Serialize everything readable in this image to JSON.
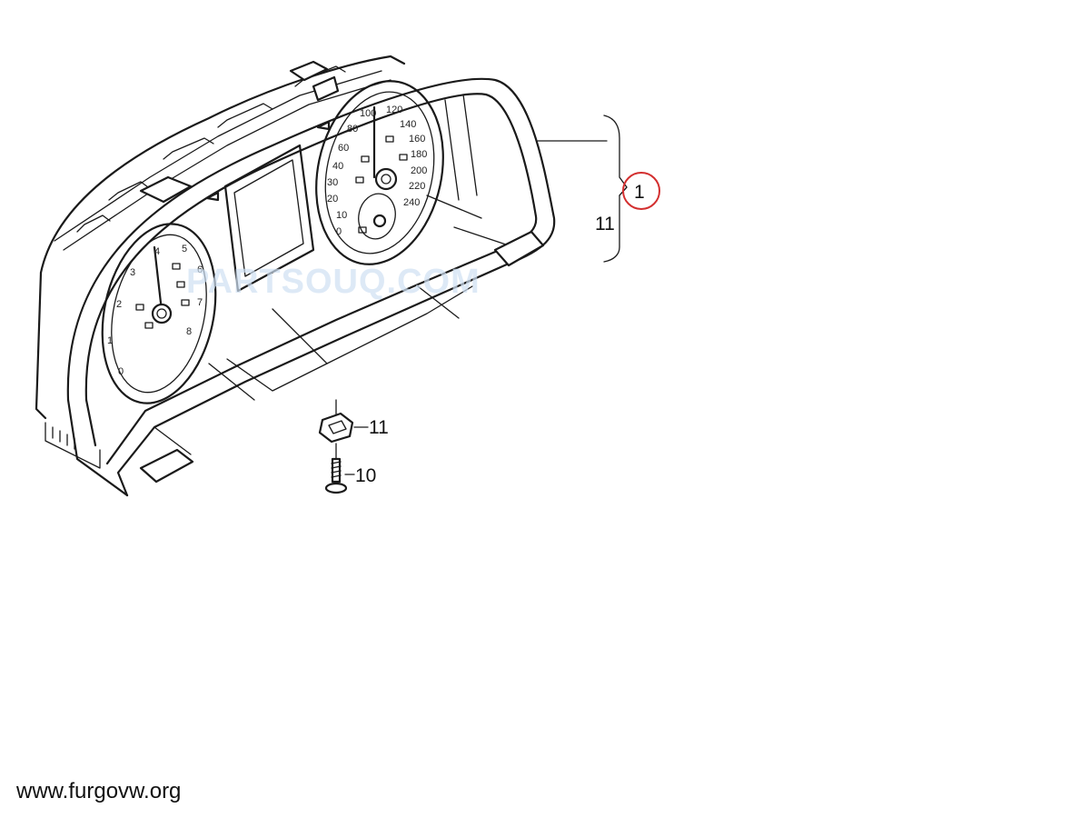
{
  "callouts": {
    "part_1": "1",
    "part_11_bracket": "11",
    "part_11_clip": "11",
    "part_10_screw": "10"
  },
  "watermark": "PARTSOUQ.COM",
  "footer": {
    "site": "www.furgovw.org"
  },
  "tachometer_scale": [
    "0",
    "1",
    "2",
    "3",
    "4",
    "5",
    "6",
    "7",
    "8"
  ],
  "speedometer_scale": [
    "0",
    "10",
    "20",
    "30",
    "40",
    "60",
    "80",
    "100",
    "120",
    "140",
    "160",
    "180",
    "200",
    "220",
    "240"
  ],
  "colors": {
    "highlight_circle": "#d32f2f",
    "line": "#1a1a1a",
    "background": "#ffffff"
  },
  "icons": [
    "instrument-cluster-drawing",
    "clip-nut-icon",
    "screw-icon"
  ]
}
